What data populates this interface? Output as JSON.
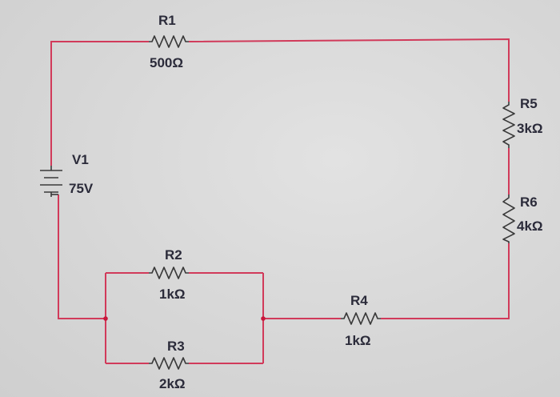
{
  "colors": {
    "wire": "#d13a5a",
    "component": "#3a3a3a",
    "node": "#c8173a",
    "label": "#2b2b3a"
  },
  "components": {
    "v1": {
      "name": "V1",
      "value": "75V"
    },
    "r1": {
      "name": "R1",
      "value": "500Ω"
    },
    "r2": {
      "name": "R2",
      "value": "1kΩ"
    },
    "r3": {
      "name": "R3",
      "value": "2kΩ"
    },
    "r4": {
      "name": "R4",
      "value": "1kΩ"
    },
    "r5": {
      "name": "R5",
      "value": "3kΩ"
    },
    "r6": {
      "name": "R6",
      "value": "4kΩ"
    }
  }
}
